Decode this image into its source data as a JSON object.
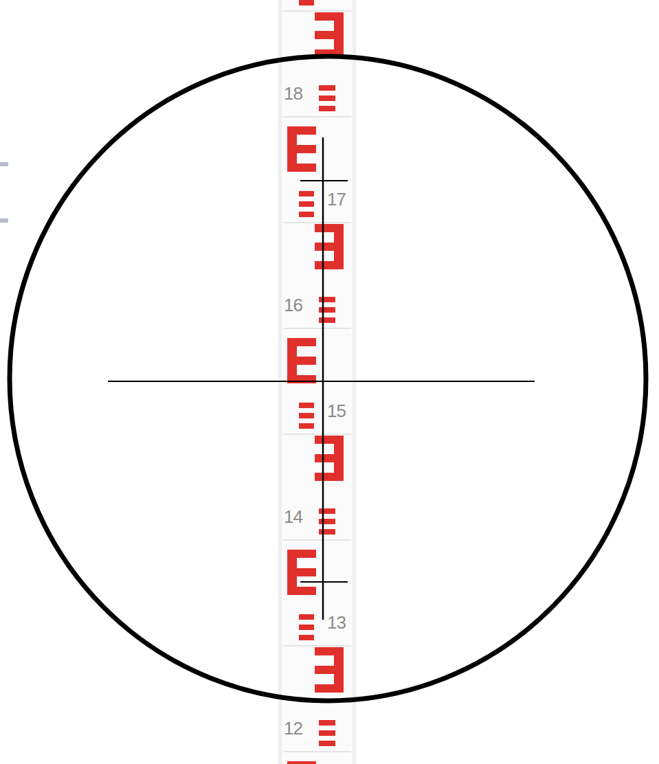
{
  "diagram": {
    "labels": [
      "18",
      "17",
      "16",
      "15",
      "14",
      "13",
      "12"
    ]
  }
}
